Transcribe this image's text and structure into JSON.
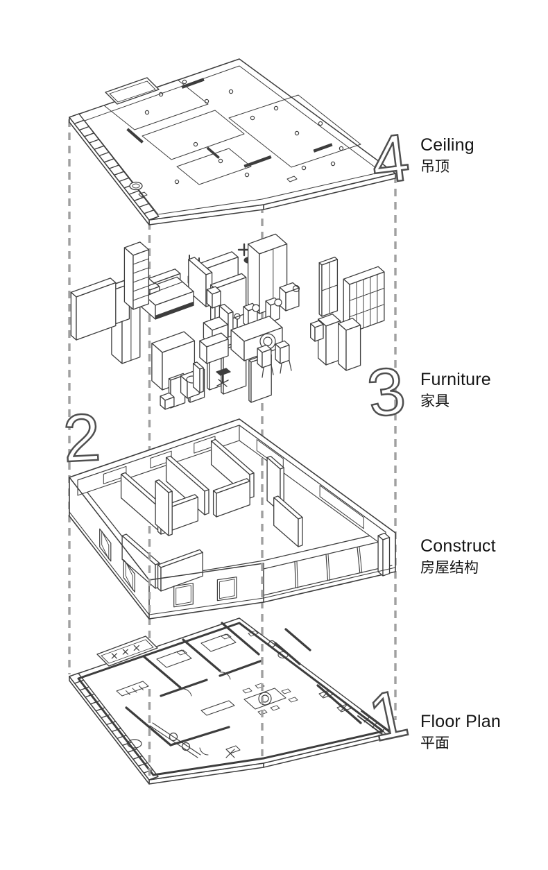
{
  "figure": {
    "type": "exploded-axonometric-apartment-diagram",
    "layers": [
      {
        "id": "ceiling",
        "number": "4",
        "label_en": "Ceiling",
        "label_zh": "吊顶"
      },
      {
        "id": "furniture",
        "number": "3",
        "label_en": "Furniture",
        "label_zh": "家具"
      },
      {
        "id": "construct",
        "number": "2",
        "label_en": "Construct",
        "label_zh": "房屋结构"
      },
      {
        "id": "floor-plan",
        "number": "1",
        "label_en": "Floor Plan",
        "label_zh": "平面"
      }
    ],
    "colors": {
      "background": "#ffffff",
      "ink": "#3d3d3d",
      "dash": "#a0a0a0",
      "label_text": "#141414",
      "number_outline": "#4f4f4f"
    }
  }
}
